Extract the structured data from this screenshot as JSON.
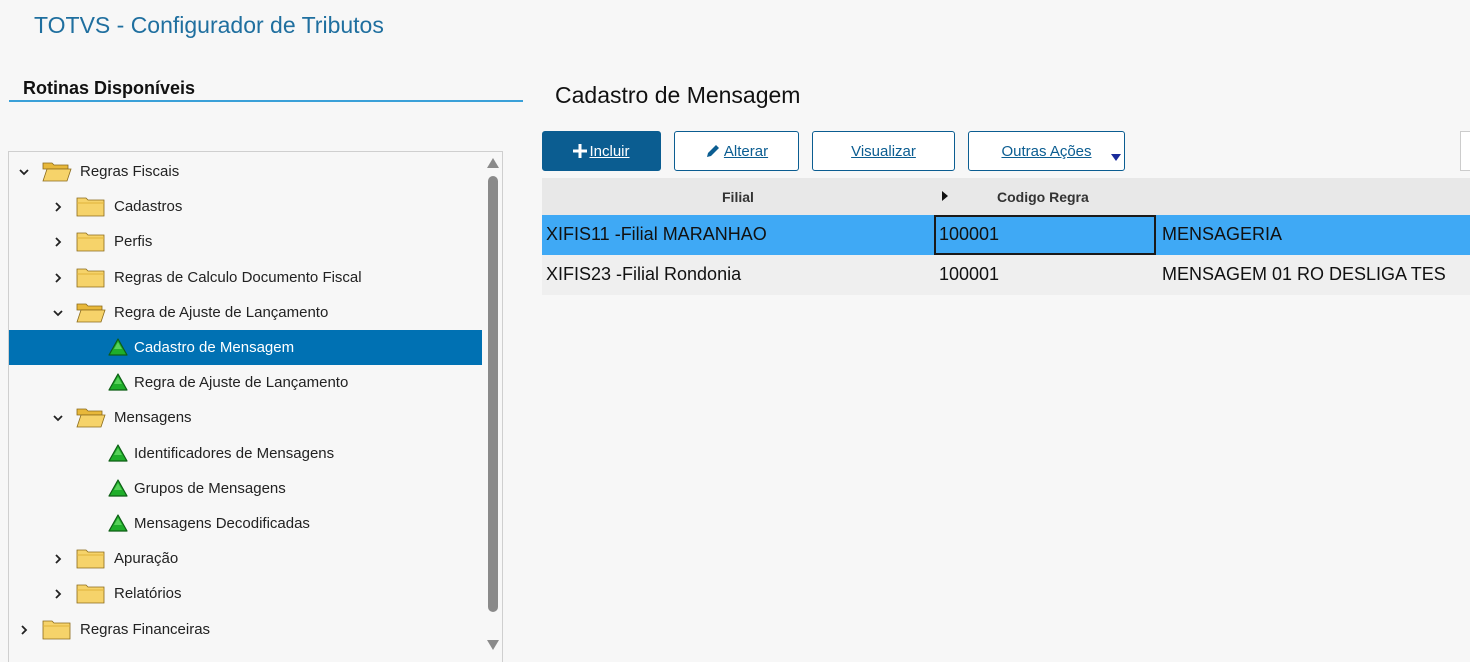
{
  "app": {
    "title": "TOTVS - Configurador de Tributos"
  },
  "sidebar": {
    "title": "Rotinas Disponíveis",
    "tree": [
      {
        "label": "Regras Fiscais",
        "level": 0,
        "type": "folder",
        "expanded": true,
        "selected": false
      },
      {
        "label": "Cadastros",
        "level": 1,
        "type": "folder",
        "expanded": false,
        "selected": false
      },
      {
        "label": "Perfis",
        "level": 1,
        "type": "folder",
        "expanded": false,
        "selected": false
      },
      {
        "label": "Regras de Calculo Documento Fiscal",
        "level": 1,
        "type": "folder",
        "expanded": false,
        "selected": false
      },
      {
        "label": "Regra de Ajuste de Lançamento",
        "level": 1,
        "type": "folder",
        "expanded": true,
        "selected": false
      },
      {
        "label": "Cadastro de Mensagem",
        "level": 2,
        "type": "routine",
        "selected": true
      },
      {
        "label": "Regra de Ajuste de Lançamento",
        "level": 2,
        "type": "routine",
        "selected": false
      },
      {
        "label": "Mensagens",
        "level": 1,
        "type": "folder",
        "expanded": true,
        "selected": false
      },
      {
        "label": "Identificadores de Mensagens",
        "level": 2,
        "type": "routine",
        "selected": false
      },
      {
        "label": "Grupos de Mensagens",
        "level": 2,
        "type": "routine",
        "selected": false
      },
      {
        "label": "Mensagens Decodificadas",
        "level": 2,
        "type": "routine",
        "selected": false
      },
      {
        "label": "Apuração",
        "level": 1,
        "type": "folder",
        "expanded": false,
        "selected": false
      },
      {
        "label": "Relatórios",
        "level": 1,
        "type": "folder",
        "expanded": false,
        "selected": false
      },
      {
        "label": "Regras Financeiras",
        "level": 0,
        "type": "folder",
        "expanded": false,
        "selected": false
      }
    ]
  },
  "main": {
    "title": "Cadastro de Mensagem",
    "toolbar": {
      "incluir": "Incluir",
      "alterar": "Alterar",
      "visualizar": "Visualizar",
      "outras": "Outras Ações"
    },
    "grid": {
      "headers": [
        "Filial",
        "Codigo Regra",
        ""
      ],
      "rows": [
        [
          "XIFIS11 -Filial MARANHAO",
          "100001",
          "MENSAGERIA"
        ],
        [
          "XIFIS23 -Filial Rondonia",
          "100001",
          "MENSAGEM 01 RO DESLIGA TES"
        ]
      ]
    }
  },
  "colors": {
    "brand": "#1f6f9f",
    "primary_button": "#0b5d91",
    "tree_selected": "#0071b3",
    "grid_selected": "#3fa9f5",
    "routine_icon": "#1fae2a",
    "folder": "#f2c94c"
  },
  "icons": {
    "tree_expand": "chevron-right-icon",
    "tree_collapse": "chevron-down-icon",
    "folder_closed": "folder-icon",
    "folder_open": "folder-open-icon",
    "routine": "green-triangle-icon",
    "incluir": "plus-icon",
    "alterar": "pencil-icon",
    "outras": "dropdown-arrow-icon"
  }
}
